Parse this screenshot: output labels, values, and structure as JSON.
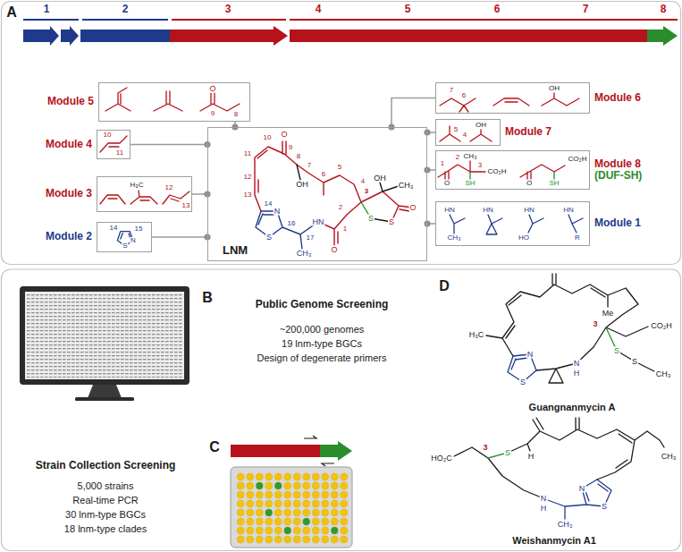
{
  "diagram": {
    "nodes": [
      {
        "text": [
          "Module 5"
        ]
      },
      {
        "text": [
          "Module 4"
        ]
      },
      {
        "text": [
          "Module 3"
        ]
      },
      {
        "text": [
          "Module 2"
        ]
      },
      {
        "text": [
          "LNM"
        ]
      },
      {
        "text": [
          "Module 6"
        ]
      },
      {
        "text": [
          "Module 7"
        ]
      },
      {
        "text": [
          "Module 8",
          "(DUF-SH)"
        ]
      },
      {
        "text": [
          "Module 1"
        ]
      }
    ],
    "edges": [
      {
        "from": 0,
        "to": 4,
        "arrow": "none"
      },
      {
        "from": 1,
        "to": 4,
        "arrow": "none"
      },
      {
        "from": 2,
        "to": 4,
        "arrow": "none"
      },
      {
        "from": 3,
        "to": 4,
        "arrow": "none"
      },
      {
        "from": 5,
        "to": 4,
        "arrow": "none"
      },
      {
        "from": 6,
        "to": 4,
        "arrow": "none"
      },
      {
        "from": 7,
        "to": 4,
        "arrow": "none"
      },
      {
        "from": 8,
        "to": 4,
        "arrow": "none"
      }
    ],
    "labels": [
      "A",
      "1",
      "2",
      "3",
      "4",
      "5",
      "6",
      "7",
      "8",
      "O",
      "9",
      "8",
      "10",
      "11",
      "H₃C",
      "12",
      "13",
      "14",
      "N",
      "S",
      "15",
      "7",
      "6",
      "OH",
      "5",
      "4",
      "OH",
      "CH₃",
      "1",
      "2",
      "3",
      "CO₂H",
      "O",
      "SH",
      "CO₂H",
      "O",
      "SH",
      "HN",
      "CH₃",
      "HN",
      "HN",
      "HO",
      "HN",
      "R",
      "O",
      "10",
      "9",
      "8",
      "OH",
      "7",
      "6",
      "5",
      "4",
      "3",
      "2",
      "1",
      "O",
      "HN",
      "17",
      "CH₃",
      "16",
      "N",
      "S",
      "14",
      "13",
      "12",
      "11",
      "S",
      "S",
      "O",
      "OH",
      "CH₃",
      "B",
      "Public Genome Screening",
      "~200,000 genomes",
      "19 lnm-type BGCs",
      "Design of degenerate primers",
      "C",
      "Strain Collection Screening",
      "5,000 strains",
      "Real-time PCR",
      "30 lnm-type BGCs",
      "18 lnm-type clades",
      "D",
      "H₃C",
      "N",
      "S",
      "Me",
      "3",
      "CO₂H",
      "S",
      "S",
      "CH₃",
      "N",
      "H",
      "Guangnanmycin A",
      "HO₂C",
      "3",
      "S",
      "H",
      "N",
      "H",
      "CH₃",
      "N",
      "S",
      "CH₃",
      "Weishanmycin A1"
    ]
  }
}
